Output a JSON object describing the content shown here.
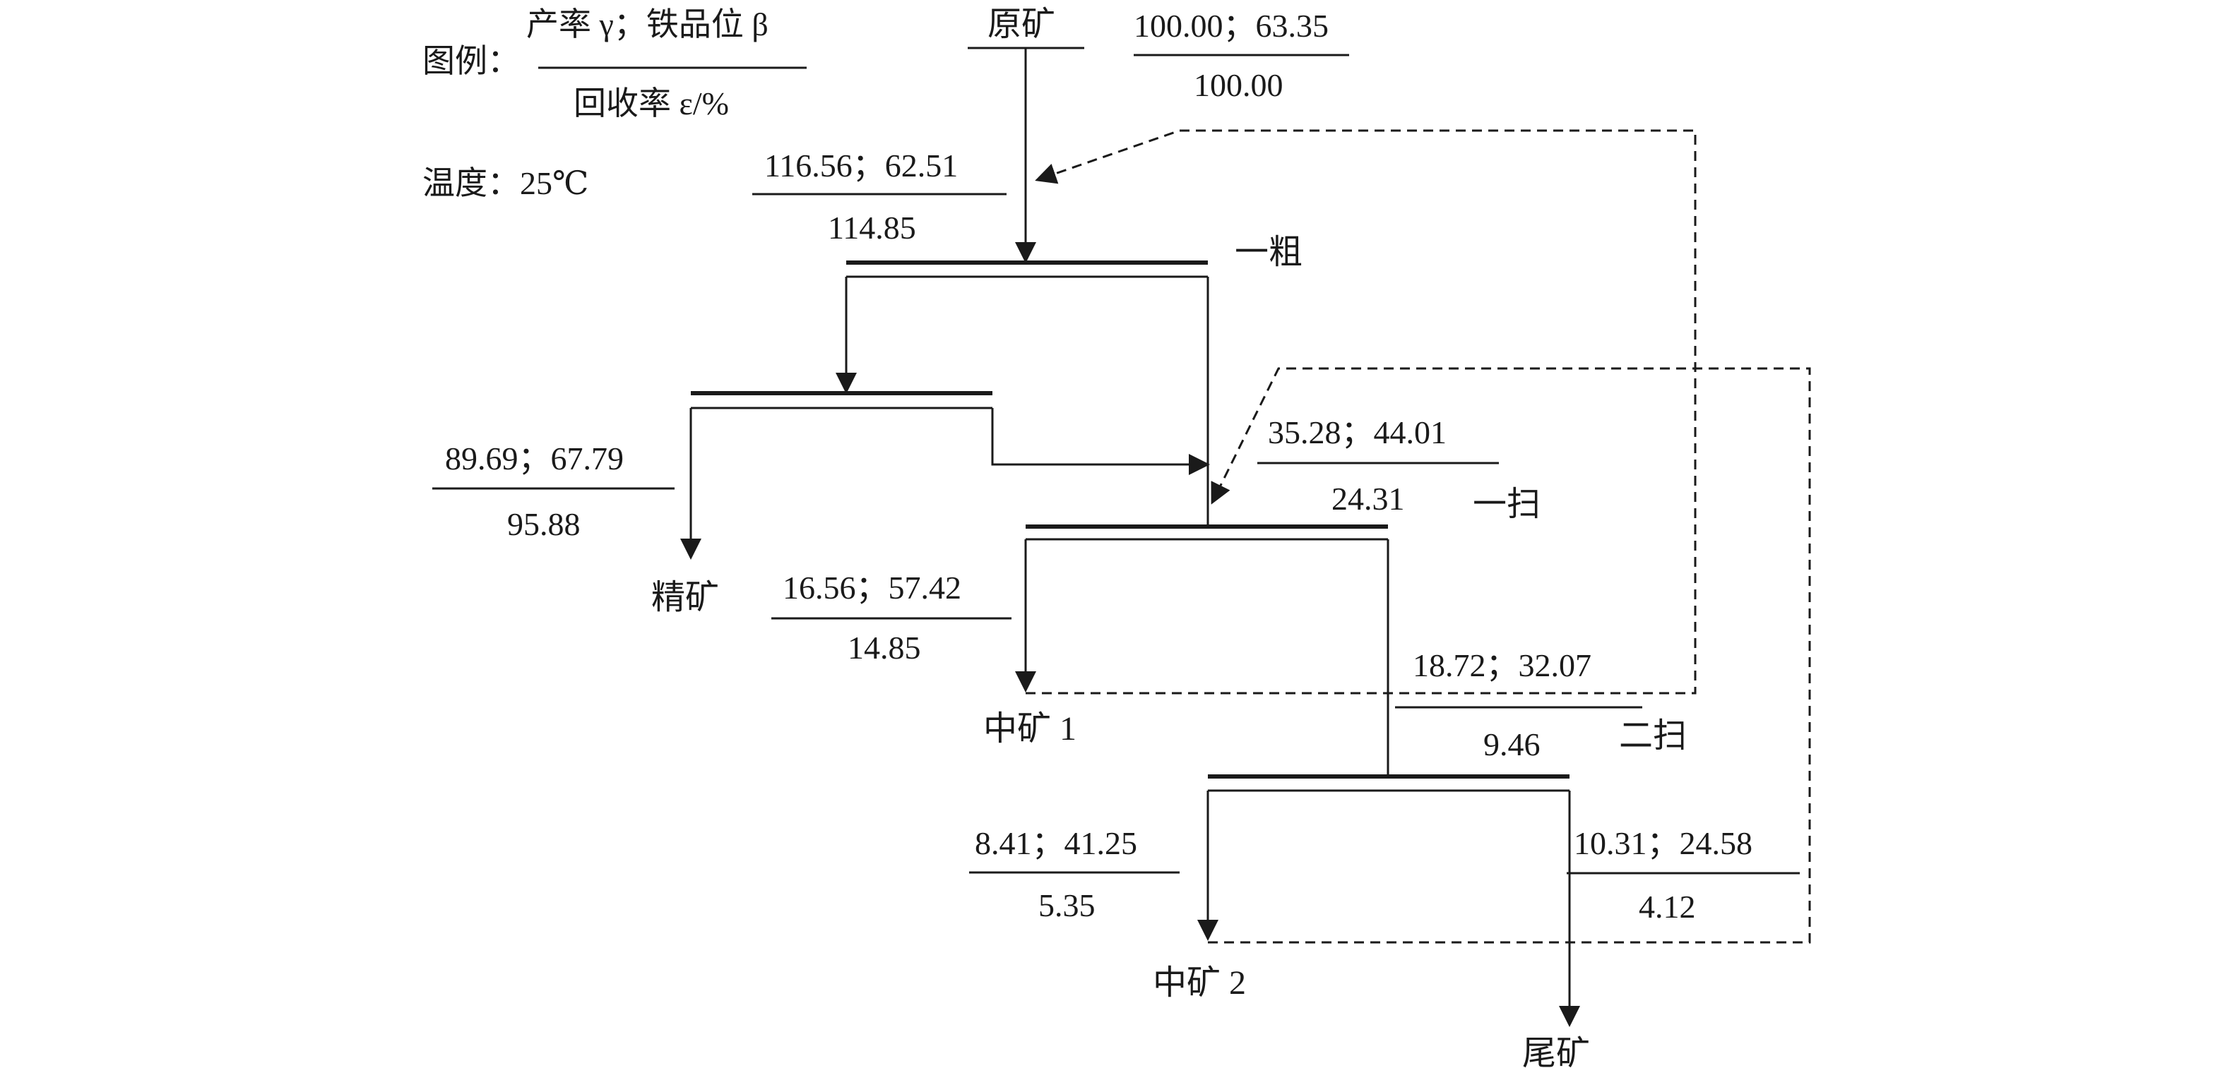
{
  "legend": {
    "prefix": "图例：",
    "numerator": "产率 γ；铁品位 β",
    "denominator": "回收率 ε/%",
    "temperature": "温度：25℃"
  },
  "nodes": {
    "feed": "原矿",
    "rougher": "一粗",
    "scavenger1": "一扫",
    "scavenger2": "二扫",
    "concentrate": "精矿",
    "middling1": "中矿 1",
    "middling2": "中矿 2",
    "tailings": "尾矿"
  },
  "streams": {
    "feed": {
      "top": "100.00；63.35",
      "bottom": "100.00"
    },
    "rougher_feed": {
      "top": "116.56；62.51",
      "bottom": "114.85"
    },
    "concentrate": {
      "top": "89.69；67.79",
      "bottom": "95.88"
    },
    "scavenger1_feed": {
      "top": "35.28；44.01",
      "bottom": "24.31"
    },
    "middling1": {
      "top": "16.56；57.42",
      "bottom": "14.85"
    },
    "scavenger1_tail": {
      "top": "18.72；32.07",
      "bottom": "9.46"
    },
    "middling2": {
      "top": "8.41；41.25",
      "bottom": "5.35"
    },
    "tailings": {
      "top": "10.31；24.58",
      "bottom": "4.12"
    }
  },
  "colors": {
    "ink": "#1a1a1a",
    "background": "#ffffff"
  }
}
